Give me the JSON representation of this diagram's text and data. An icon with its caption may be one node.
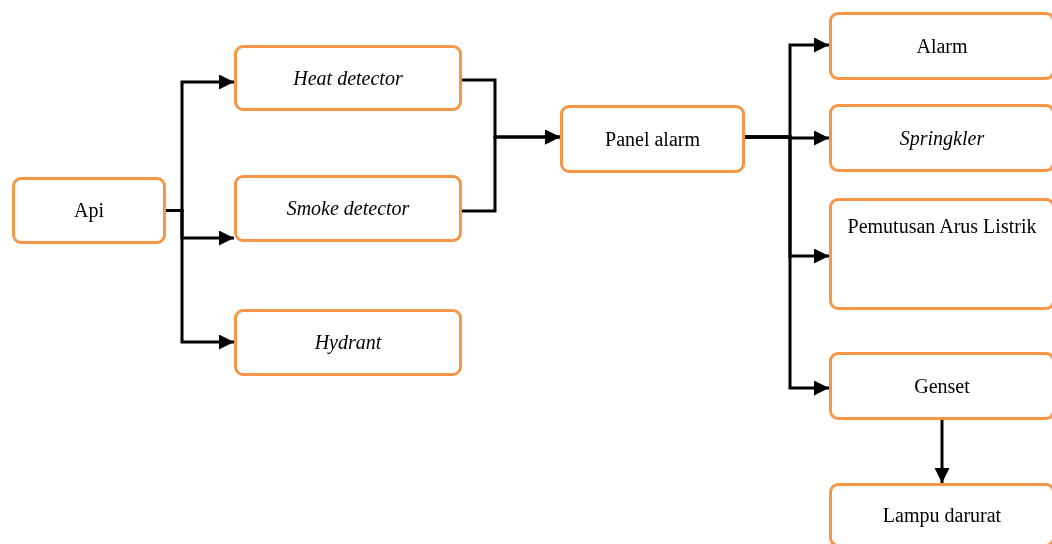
{
  "diagram": {
    "nodes": [
      {
        "text": [
          "Api"
        ]
      },
      {
        "text": [
          "Heat detector"
        ]
      },
      {
        "text": [
          "Smoke detector"
        ]
      },
      {
        "text": [
          "Hydrant"
        ]
      },
      {
        "text": [
          "Panel alarm"
        ]
      },
      {
        "text": [
          "Alarm"
        ]
      },
      {
        "text": [
          "Springkler"
        ]
      },
      {
        "text": [
          "Pemutusan Arus Listrik"
        ]
      },
      {
        "text": [
          "Genset"
        ]
      },
      {
        "text": [
          "Lampu darurat"
        ]
      }
    ],
    "edges": [
      {
        "from": 0,
        "to": 1,
        "arrow": "to"
      },
      {
        "from": 0,
        "to": 2,
        "arrow": "to"
      },
      {
        "from": 0,
        "to": 3,
        "arrow": "to"
      },
      {
        "from": 1,
        "to": 4,
        "arrow": "to"
      },
      {
        "from": 2,
        "to": 4,
        "arrow": "to"
      },
      {
        "from": 4,
        "to": 5,
        "arrow": "to"
      },
      {
        "from": 4,
        "to": 6,
        "arrow": "to"
      },
      {
        "from": 4,
        "to": 7,
        "arrow": "to"
      },
      {
        "from": 4,
        "to": 8,
        "arrow": "to"
      },
      {
        "from": 8,
        "to": 9,
        "arrow": "to"
      }
    ]
  }
}
